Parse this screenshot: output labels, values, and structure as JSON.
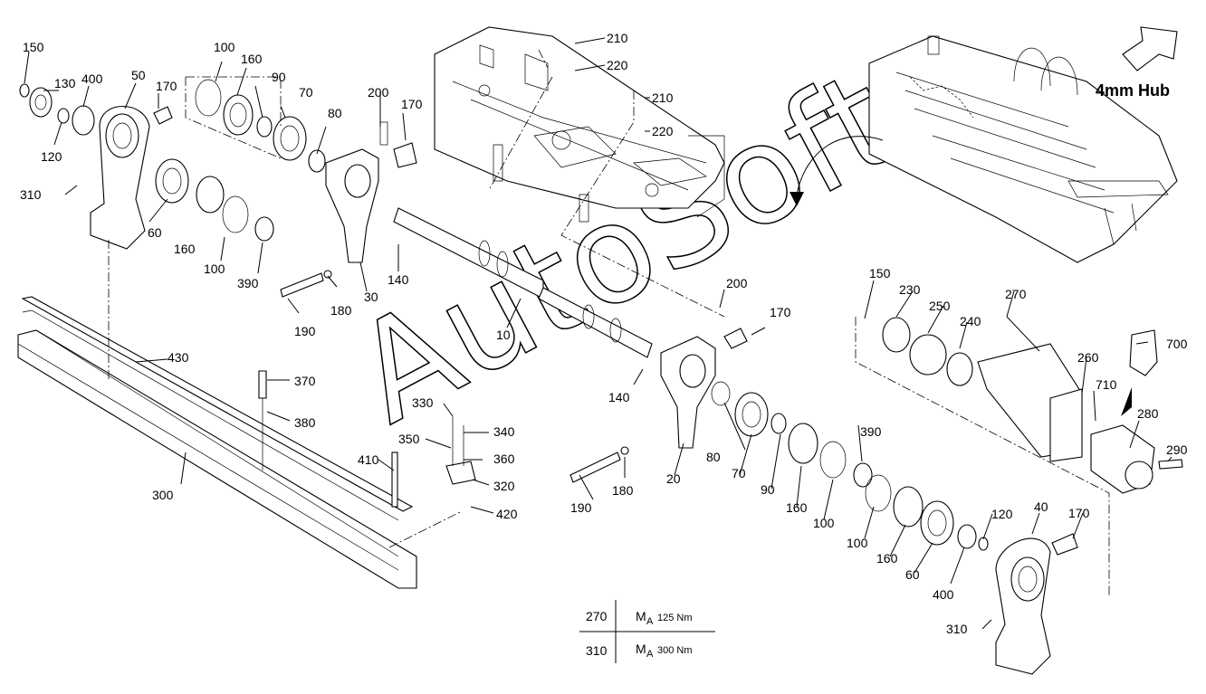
{
  "view_label": "4mm Hub",
  "watermark": "AutoSoft",
  "callouts": {
    "c150a": "150",
    "c130": "130",
    "c400a": "400",
    "c50": "50",
    "c170a": "170",
    "c120a": "120",
    "c310a": "310",
    "c60a": "60",
    "c100a": "100",
    "c160a": "160",
    "c90a": "90",
    "c70a": "70",
    "c160b": "160",
    "c100b": "100",
    "c390a": "390",
    "c80a": "80",
    "c200a": "200",
    "c170b": "170",
    "c210a": "210",
    "c220a": "220",
    "c210b": "210",
    "c220b": "220",
    "c140a": "140",
    "c30": "30",
    "c180a": "180",
    "c190a": "190",
    "c10": "10",
    "c200b": "200",
    "c170c": "170",
    "c140b": "140",
    "c80b": "80",
    "c70b": "70",
    "c90b": "90",
    "c20": "20",
    "c180b": "180",
    "c190b": "190",
    "c160c": "160",
    "c100c": "100",
    "c390b": "390",
    "c100d": "100",
    "c160d": "160",
    "c60b": "60",
    "c400b": "400",
    "c120b": "120",
    "c40": "40",
    "c170d": "170",
    "c310b": "310",
    "c150b": "150",
    "c230": "230",
    "c250": "250",
    "c240": "240",
    "c270": "270",
    "c260": "260",
    "c700": "700",
    "c710": "710",
    "c280": "280",
    "c290": "290",
    "c430": "430",
    "c370": "370",
    "c380": "380",
    "c300": "300",
    "c330": "330",
    "c340": "340",
    "c350": "350",
    "c360": "360",
    "c410": "410",
    "c320": "320",
    "c420": "420"
  },
  "torque_table": {
    "rows": [
      {
        "item": "270",
        "symbol": "M",
        "sub": "A",
        "value": "125 Nm"
      },
      {
        "item": "310",
        "symbol": "M",
        "sub": "A",
        "value": "300 Nm"
      }
    ]
  }
}
